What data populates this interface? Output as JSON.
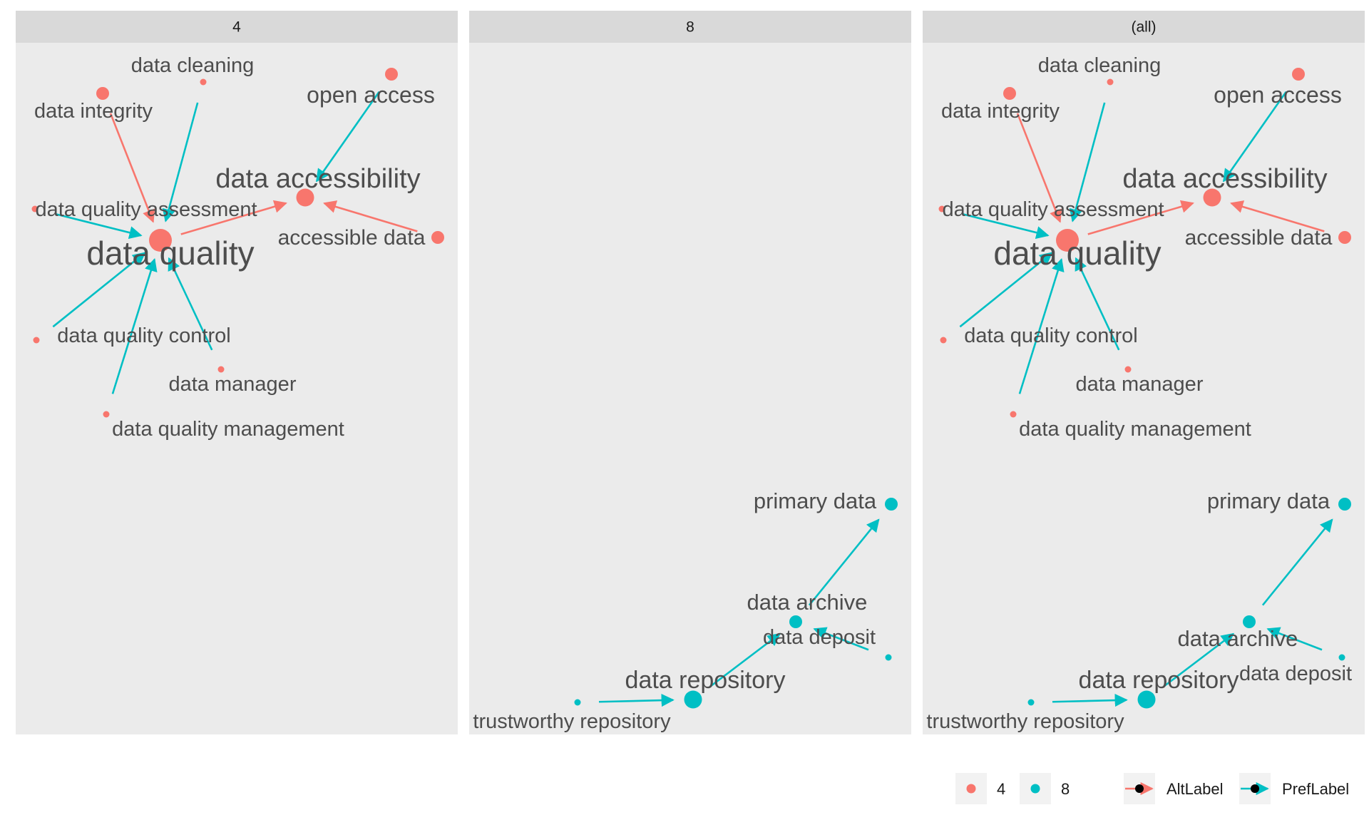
{
  "colors": {
    "group_4": "#F8766D",
    "group_8": "#00BFC4",
    "panel_bg": "#EBEBEB",
    "strip_bg": "#D9D9D9",
    "label": "#4D4D4D"
  },
  "panels": [
    {
      "strip": "4",
      "nodes": [
        {
          "id": "dq",
          "label": "data quality",
          "group": "4",
          "size": "xl"
        },
        {
          "id": "dc",
          "label": "data cleaning",
          "group": "4",
          "size": "s"
        },
        {
          "id": "di",
          "label": "data integrity",
          "group": "4",
          "size": "m"
        },
        {
          "id": "oa",
          "label": "open access",
          "group": "4",
          "size": "m"
        },
        {
          "id": "da",
          "label": "data accessibility",
          "group": "4",
          "size": "l"
        },
        {
          "id": "dqa",
          "label": "data quality assessment",
          "group": "4",
          "size": "s"
        },
        {
          "id": "ad",
          "label": "accessible data",
          "group": "4",
          "size": "m"
        },
        {
          "id": "dqc",
          "label": "data quality control",
          "group": "4",
          "size": "s"
        },
        {
          "id": "dm",
          "label": "data manager",
          "group": "4",
          "size": "s"
        },
        {
          "id": "dqm",
          "label": "data quality management",
          "group": "4",
          "size": "s"
        }
      ],
      "edges": [
        {
          "from": "di",
          "to": "dq",
          "type": "AltLabel"
        },
        {
          "from": "dq",
          "to": "da",
          "type": "AltLabel"
        },
        {
          "from": "ad",
          "to": "da",
          "type": "AltLabel"
        },
        {
          "from": "dc",
          "to": "dq",
          "type": "PrefLabel"
        },
        {
          "from": "dqa",
          "to": "dq",
          "type": "PrefLabel"
        },
        {
          "from": "dqc",
          "to": "dq",
          "type": "PrefLabel"
        },
        {
          "from": "dqm",
          "to": "dq",
          "type": "PrefLabel"
        },
        {
          "from": "dm",
          "to": "dq",
          "type": "PrefLabel"
        },
        {
          "from": "oa",
          "to": "da",
          "type": "PrefLabel"
        }
      ]
    },
    {
      "strip": "8",
      "nodes": [
        {
          "id": "pd",
          "label": "primary data",
          "group": "8",
          "size": "m"
        },
        {
          "id": "dar",
          "label": "data archive",
          "group": "8",
          "size": "m"
        },
        {
          "id": "ddp",
          "label": "data deposit",
          "group": "8",
          "size": "s"
        },
        {
          "id": "dr",
          "label": "data repository",
          "group": "8",
          "size": "l"
        },
        {
          "id": "tr",
          "label": "trustworthy repository",
          "group": "8",
          "size": "s"
        }
      ],
      "edges": [
        {
          "from": "dar",
          "to": "pd",
          "type": "PrefLabel"
        },
        {
          "from": "ddp",
          "to": "dar",
          "type": "PrefLabel"
        },
        {
          "from": "dr",
          "to": "dar",
          "type": "PrefLabel"
        },
        {
          "from": "tr",
          "to": "dr",
          "type": "PrefLabel"
        }
      ]
    },
    {
      "strip": "(all)",
      "nodes": [
        {
          "id": "dq",
          "label": "data quality",
          "group": "4",
          "size": "xl"
        },
        {
          "id": "dc",
          "label": "data cleaning",
          "group": "4",
          "size": "s"
        },
        {
          "id": "di",
          "label": "data integrity",
          "group": "4",
          "size": "m"
        },
        {
          "id": "oa",
          "label": "open access",
          "group": "4",
          "size": "m"
        },
        {
          "id": "da",
          "label": "data accessibility",
          "group": "4",
          "size": "l"
        },
        {
          "id": "dqa",
          "label": "data quality assessment",
          "group": "4",
          "size": "s"
        },
        {
          "id": "ad",
          "label": "accessible data",
          "group": "4",
          "size": "m"
        },
        {
          "id": "dqc",
          "label": "data quality control",
          "group": "4",
          "size": "s"
        },
        {
          "id": "dm",
          "label": "data manager",
          "group": "4",
          "size": "s"
        },
        {
          "id": "dqm",
          "label": "data quality management",
          "group": "4",
          "size": "s"
        },
        {
          "id": "pd",
          "label": "primary data",
          "group": "8",
          "size": "m"
        },
        {
          "id": "dar",
          "label": "data archive",
          "group": "8",
          "size": "m"
        },
        {
          "id": "ddp",
          "label": "data deposit",
          "group": "8",
          "size": "s"
        },
        {
          "id": "dr",
          "label": "data repository",
          "group": "8",
          "size": "l"
        },
        {
          "id": "tr",
          "label": "trustworthy repository",
          "group": "8",
          "size": "s"
        }
      ],
      "edges": [
        {
          "from": "di",
          "to": "dq",
          "type": "AltLabel"
        },
        {
          "from": "dq",
          "to": "da",
          "type": "AltLabel"
        },
        {
          "from": "ad",
          "to": "da",
          "type": "AltLabel"
        },
        {
          "from": "dc",
          "to": "dq",
          "type": "PrefLabel"
        },
        {
          "from": "dqa",
          "to": "dq",
          "type": "PrefLabel"
        },
        {
          "from": "dqc",
          "to": "dq",
          "type": "PrefLabel"
        },
        {
          "from": "dqm",
          "to": "dq",
          "type": "PrefLabel"
        },
        {
          "from": "dm",
          "to": "dq",
          "type": "PrefLabel"
        },
        {
          "from": "oa",
          "to": "da",
          "type": "PrefLabel"
        },
        {
          "from": "dar",
          "to": "pd",
          "type": "PrefLabel"
        },
        {
          "from": "ddp",
          "to": "dar",
          "type": "PrefLabel"
        },
        {
          "from": "dr",
          "to": "dar",
          "type": "PrefLabel"
        },
        {
          "from": "tr",
          "to": "dr",
          "type": "PrefLabel"
        }
      ]
    }
  ],
  "legend": {
    "groups": [
      {
        "label": "4",
        "color": "#F8766D"
      },
      {
        "label": "8",
        "color": "#00BFC4"
      }
    ],
    "edges": [
      {
        "label": "AltLabel",
        "color": "#F8766D"
      },
      {
        "label": "PrefLabel",
        "color": "#00BFC4"
      }
    ]
  }
}
